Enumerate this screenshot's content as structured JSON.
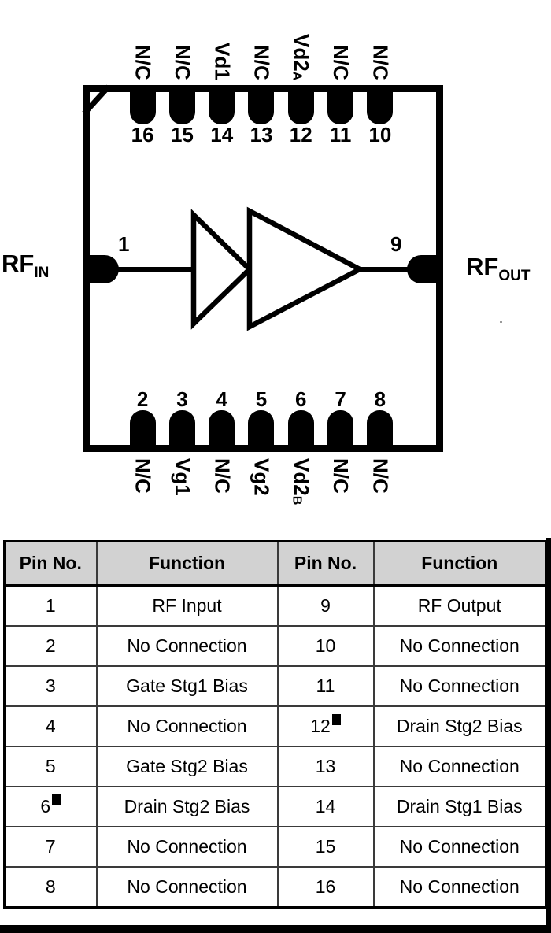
{
  "colors": {
    "ink": "#000000",
    "header_bg": "#d2d2d2",
    "table_line": "#3a3a3a"
  },
  "diagram": {
    "rf_in": {
      "main": "RF",
      "sub": "IN"
    },
    "rf_out": {
      "main": "RF",
      "sub": "OUT"
    },
    "pin1_number": "1",
    "pin9_number": "9",
    "top_pins": [
      {
        "number": "16",
        "label_main": "N/C",
        "label_sub": ""
      },
      {
        "number": "15",
        "label_main": "N/C",
        "label_sub": ""
      },
      {
        "number": "14",
        "label_main": "Vd1",
        "label_sub": ""
      },
      {
        "number": "13",
        "label_main": "N/C",
        "label_sub": ""
      },
      {
        "number": "12",
        "label_main": "Vd2",
        "label_sub": "A"
      },
      {
        "number": "11",
        "label_main": "N/C",
        "label_sub": ""
      },
      {
        "number": "10",
        "label_main": "N/C",
        "label_sub": ""
      }
    ],
    "bottom_pins": [
      {
        "number": "2",
        "label_main": "N/C",
        "label_sub": ""
      },
      {
        "number": "3",
        "label_main": "Vg1",
        "label_sub": ""
      },
      {
        "number": "4",
        "label_main": "N/C",
        "label_sub": ""
      },
      {
        "number": "5",
        "label_main": "Vg2",
        "label_sub": ""
      },
      {
        "number": "6",
        "label_main": "Vd2",
        "label_sub": "B"
      },
      {
        "number": "7",
        "label_main": "N/C",
        "label_sub": ""
      },
      {
        "number": "8",
        "label_main": "N/C",
        "label_sub": ""
      }
    ]
  },
  "table": {
    "headers": [
      "Pin No.",
      "Function",
      "Pin No.",
      "Function"
    ],
    "rows": [
      {
        "left_pin": "1",
        "left_marker": false,
        "left_func": "RF Input",
        "right_pin": "9",
        "right_marker": false,
        "right_func": "RF Output"
      },
      {
        "left_pin": "2",
        "left_marker": false,
        "left_func": "No Connection",
        "right_pin": "10",
        "right_marker": false,
        "right_func": "No Connection"
      },
      {
        "left_pin": "3",
        "left_marker": false,
        "left_func": "Gate Stg1 Bias",
        "right_pin": "11",
        "right_marker": false,
        "right_func": "No Connection"
      },
      {
        "left_pin": "4",
        "left_marker": false,
        "left_func": "No Connection",
        "right_pin": "12",
        "right_marker": true,
        "right_func": "Drain Stg2 Bias"
      },
      {
        "left_pin": "5",
        "left_marker": false,
        "left_func": "Gate Stg2 Bias",
        "right_pin": "13",
        "right_marker": false,
        "right_func": "No Connection"
      },
      {
        "left_pin": "6",
        "left_marker": true,
        "left_func": "Drain Stg2 Bias",
        "right_pin": "14",
        "right_marker": false,
        "right_func": "Drain Stg1 Bias"
      },
      {
        "left_pin": "7",
        "left_marker": false,
        "left_func": "No Connection",
        "right_pin": "15",
        "right_marker": false,
        "right_func": "No Connection"
      },
      {
        "left_pin": "8",
        "left_marker": false,
        "left_func": "No Connection",
        "right_pin": "16",
        "right_marker": false,
        "right_func": "No Connection"
      }
    ]
  }
}
